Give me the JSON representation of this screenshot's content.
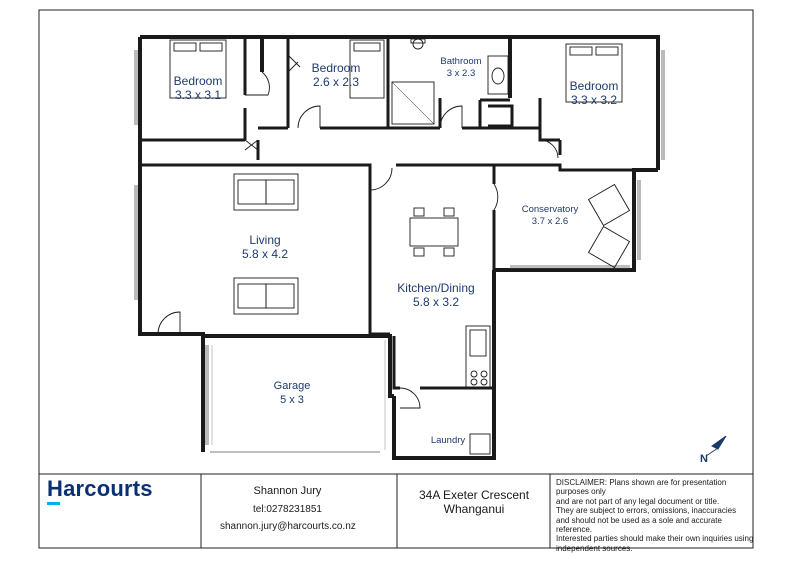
{
  "rooms": [
    {
      "id": "bedroom-1",
      "name": "Bedroom",
      "dims": "3.3 x 3.1"
    },
    {
      "id": "bedroom-2",
      "name": "Bedroom",
      "dims": "2.6 x 2.3"
    },
    {
      "id": "bathroom",
      "name": "Bathroom",
      "dims": "3 x 2.3"
    },
    {
      "id": "bedroom-3",
      "name": "Bedroom",
      "dims": "3.3 x 3.2"
    },
    {
      "id": "conservatory",
      "name": "Conservatory",
      "dims": "3.7 x 2.6"
    },
    {
      "id": "living",
      "name": "Living",
      "dims": "5.8 x 4.2"
    },
    {
      "id": "kitchen-dining",
      "name": "Kitchen/Dining",
      "dims": "5.8 x 3.2"
    },
    {
      "id": "garage",
      "name": "Garage",
      "dims": "5 x 3"
    },
    {
      "id": "laundry",
      "name": "Laundry",
      "dims": ""
    }
  ],
  "footer": {
    "brand": "Harcourts",
    "agent_name": "Shannon Jury",
    "agent_phone": "tel:0278231851",
    "agent_email": "shannon.jury@harcourts.co.nz",
    "address_line1": "34A Exeter Crescent",
    "address_line2": "Whanganui",
    "disclaimer": "DISCLAIMER:  Plans shown are for presentation purposes only\nand are not part of any legal document or title.\nThey are subject to errors, omissions, inaccuracies\nand should not be used as a sole and accurate reference.\nInterested parties should make their own inquiries using\nindependent sources."
  },
  "colors": {
    "label": "#1d3a6e",
    "wall": "#1a1a1a",
    "brand": "#0b2f73",
    "brand_accent": "#00aeef"
  },
  "icons": {
    "north": "north-arrow-icon"
  }
}
